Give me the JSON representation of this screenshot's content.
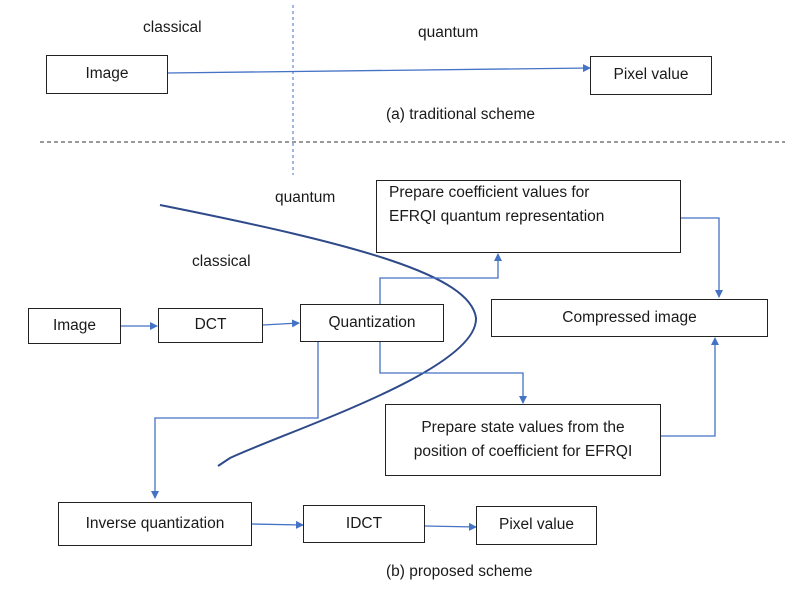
{
  "section_a": {
    "label_left": "classical",
    "label_right": "quantum",
    "image_box": "Image",
    "pixel_box": "Pixel value",
    "caption": "(a)  traditional scheme"
  },
  "section_b": {
    "label_quantum": "quantum",
    "label_classical": "classical",
    "image_box": "Image",
    "dct_box": "DCT",
    "quant_box": "Quantization",
    "prep_coeff_line1": "Prepare coefficient values for",
    "prep_coeff_line2": "EFRQI quantum representation",
    "compressed_box": "Compressed image",
    "prep_state_line1": "Prepare state values from the",
    "prep_state_line2": "position of coefficient for EFRQI",
    "inv_quant_box": "Inverse quantization",
    "idct_box": "IDCT",
    "pixel_box": "Pixel value",
    "caption": "(b)  proposed scheme"
  },
  "colors": {
    "arrow": "#4472C4",
    "curve": "#2F4A8A",
    "divider": "#333333",
    "dotted_divider": "#4472C4"
  }
}
